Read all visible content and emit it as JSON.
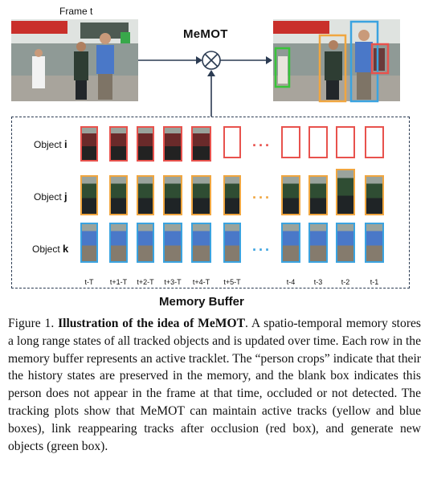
{
  "figure": {
    "frame_label": "Frame t",
    "method_label": "MeMOT",
    "buffer_label": "Memory Buffer",
    "objects": [
      {
        "prefix": "Object",
        "id": "i",
        "color": "#e8524d",
        "dots_color": "#e8524d"
      },
      {
        "prefix": "Object",
        "id": "j",
        "color": "#f0a640",
        "dots_color": "#f0a640"
      },
      {
        "prefix": "Object",
        "id": "k",
        "color": "#3aa3e0",
        "dots_color": "#3aa3e0"
      }
    ],
    "time_ticks_left": [
      "t-T",
      "t+1-T",
      "t+2-T",
      "t+3-T",
      "t+4-T",
      "t+5-T"
    ],
    "time_ticks_right": [
      "t-4",
      "t-3",
      "t-2",
      "t-1"
    ],
    "colors": {
      "red": "#e8524d",
      "yellow": "#f0a640",
      "blue": "#3aa3e0",
      "green": "#39c43a",
      "arrow": "#2b3b52"
    }
  },
  "caption": {
    "prefix": "Figure 1. ",
    "title": "Illustration of the idea of MeMOT",
    "body": ". A spatio-temporal memory stores a long range states of all tracked objects and is updated over time. Each row in the memory buffer represents an active tracklet. The “person crops” indicate that their the history states are preserved in the memory, and the blank box indicates this person does not appear in the frame at that time, occluded or not detected. The tracking plots show that MeMOT can maintain active tracks (yellow and blue boxes), link reappearing tracks after occlusion (red box), and generate new objects (green box)."
  }
}
